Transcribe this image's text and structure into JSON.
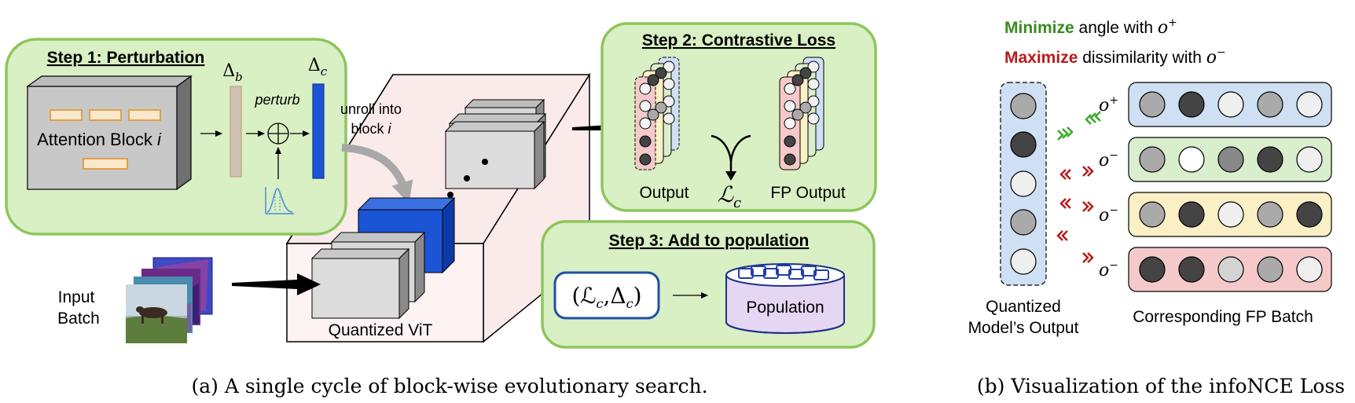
{
  "panel_a": {
    "step1": {
      "title": "Step 1: Perturbation",
      "block_label": "Attention Block ",
      "block_index": "i",
      "delta_b": "Δ",
      "delta_b_sub": "b",
      "delta_c": "Δ",
      "delta_c_sub": "c",
      "perturb": "perturb",
      "plus": "⊕"
    },
    "unroll_line1": "unroll into",
    "unroll_line2": "block ",
    "unroll_index": "i",
    "input_line1": "Input",
    "input_line2": "Batch",
    "vit_label": "Quantized ViT",
    "step2": {
      "title": "Step 2: Contrastive Loss",
      "output_label": "Output",
      "loss_symbol": "ℒ",
      "loss_sub": "c",
      "fp_output_label": "FP Output"
    },
    "step3": {
      "title": "Step 3: Add to population",
      "tuple": "(ℒ",
      "tuple_sub1": "c",
      "tuple_mid": ",Δ",
      "tuple_sub2": "c",
      "tuple_end": ")",
      "population": "Population"
    },
    "caption": "(a) A single cycle of block-wise evolutionary search."
  },
  "panel_b": {
    "minimize_word": "Minimize",
    "minimize_rest": " angle with ",
    "o_plus": "o",
    "o_plus_sup": "+",
    "maximize_word": "Maximize",
    "maximize_rest": " dissimilarity with  ",
    "o_minus": "o",
    "o_minus_sup": "−",
    "row_labels": [
      {
        "o": "o",
        "sup": "+"
      },
      {
        "o": "o",
        "sup": "−"
      },
      {
        "o": "o",
        "sup": "−"
      },
      {
        "o": "o",
        "sup": "−"
      }
    ],
    "quantized_line1": "Quantized",
    "quantized_line2": "Model’s Output",
    "fp_batch_label": "Corresponding FP Batch",
    "caption": "(b) Visualization of the infoNCE Loss"
  },
  "colors": {
    "step_fill": "#d9efc4",
    "step_border": "#8dc65b",
    "vit_fill": "#fdf1f1",
    "blue_block": "#1b55d6",
    "minimize": "#3a8a1e",
    "maximize": "#b81b1b",
    "row_blue": "#cfe0f4",
    "row_green": "#d9eecc",
    "row_yellow": "#fbefc6",
    "row_pink": "#f5c9c9",
    "population_fill": "#e5d6f3"
  }
}
